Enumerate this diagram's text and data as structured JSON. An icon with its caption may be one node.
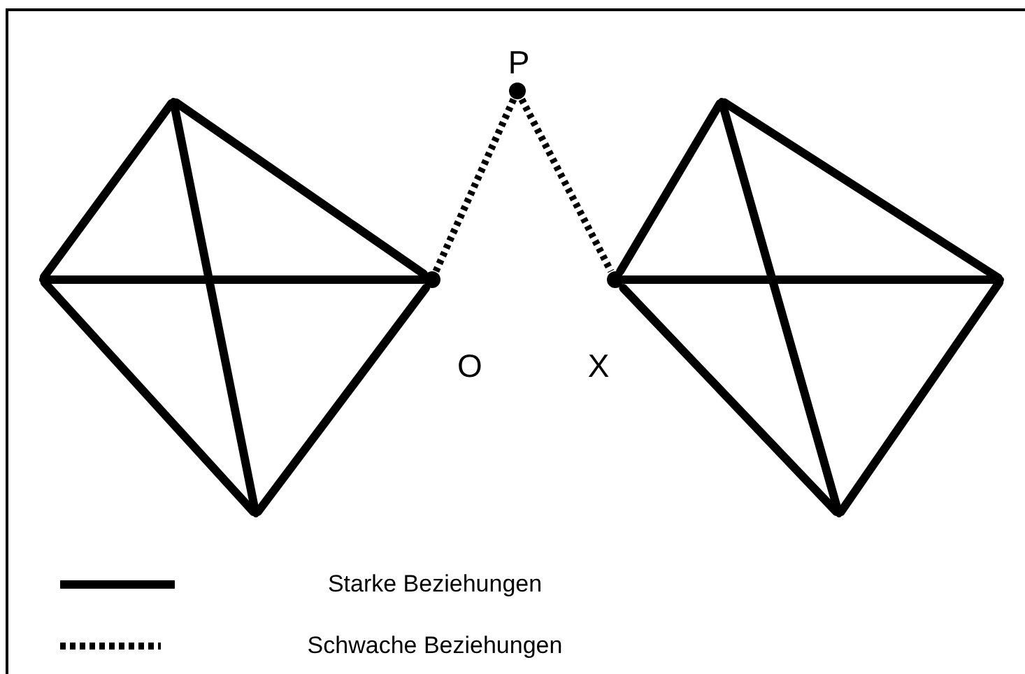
{
  "diagram": {
    "nodes": [
      {
        "text": [],
        "shape": "circle",
        "beside": [
          "P"
        ]
      },
      {
        "text": [],
        "shape": "point"
      },
      {
        "text": [],
        "shape": "point"
      },
      {
        "text": [],
        "shape": "point"
      },
      {
        "text": [],
        "shape": "circle",
        "beside": [
          "O"
        ]
      },
      {
        "text": [],
        "shape": "circle",
        "beside": [
          "X"
        ]
      },
      {
        "text": [],
        "shape": "point"
      },
      {
        "text": [],
        "shape": "point"
      },
      {
        "text": [],
        "shape": "point"
      }
    ],
    "edges": [
      {
        "from": 1,
        "to": 3,
        "arrow": "none"
      },
      {
        "from": 1,
        "to": 4,
        "arrow": "none"
      },
      {
        "from": 1,
        "to": 7,
        "arrow": "none"
      },
      {
        "from": 3,
        "to": 4,
        "arrow": "none"
      },
      {
        "from": 3,
        "to": 7,
        "arrow": "none"
      },
      {
        "from": 4,
        "to": 7,
        "arrow": "none"
      },
      {
        "from": 5,
        "to": 2,
        "arrow": "none"
      },
      {
        "from": 2,
        "to": 6,
        "arrow": "none"
      },
      {
        "from": 2,
        "to": 8,
        "arrow": "none"
      },
      {
        "from": 5,
        "to": 6,
        "arrow": "none"
      },
      {
        "from": 5,
        "to": 8,
        "arrow": "none"
      },
      {
        "from": 6,
        "to": 8,
        "arrow": "none"
      },
      {
        "from": 0,
        "to": 4,
        "arrow": "none",
        "style": "dashed"
      },
      {
        "from": 0,
        "to": 5,
        "arrow": "none",
        "style": "dashed"
      }
    ],
    "legend": [
      {
        "text": "Starke Beziehungen"
      },
      {
        "text": "Schwache Beziehungen"
      }
    ]
  }
}
